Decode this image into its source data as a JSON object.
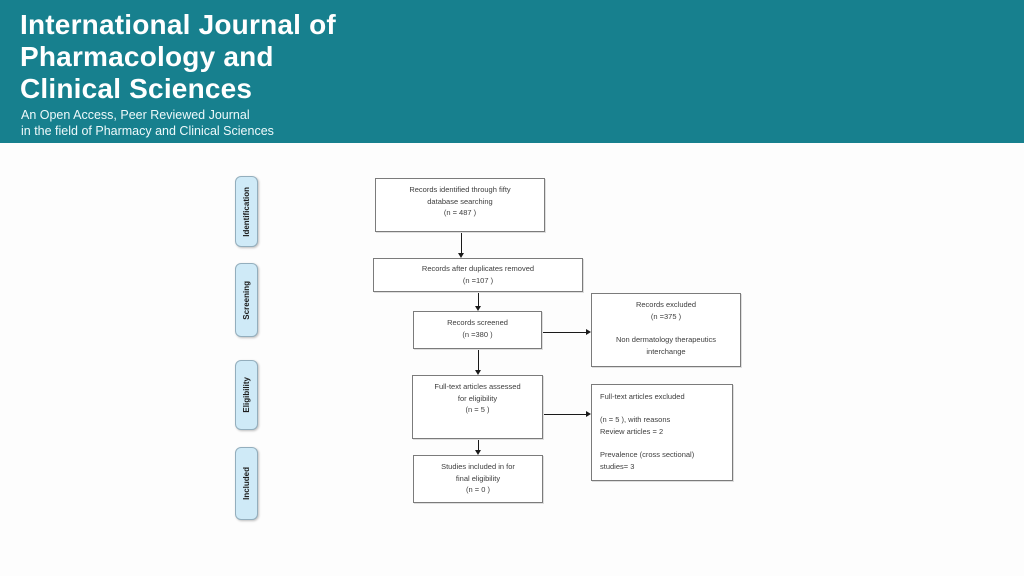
{
  "header": {
    "title": "International Journal of\nPharmacology and\nClinical Sciences",
    "subtitle": "An Open Access, Peer Reviewed Journal\nin the field of Pharmacy and Clinical Sciences",
    "background_color": "#17808e",
    "text_color": "#ffffff"
  },
  "diagram": {
    "stages": [
      {
        "label": "Identification"
      },
      {
        "label": "Screening"
      },
      {
        "label": "Eligibility"
      },
      {
        "label": "Included"
      }
    ],
    "boxes": {
      "identified": "Records identified through fifty\ndatabase searching\n(n = 487  )",
      "duplicates_removed": "Records after duplicates removed\n(n =107   )",
      "screened": "Records screened\n(n =380   )",
      "records_excluded": "Records excluded\n(n =375   )\n\nNon dermatology therapeutics\ninterchange",
      "fulltext_assessed": "Full-text articles assessed\nfor eligibility\n(n = 5  )",
      "fulltext_excluded": "Full-text articles excluded\n\n (n = 5  ), with reasons\nReview articles = 2\n\nPrevalence (cross sectional)\nstudies= 3",
      "included": "Studies included in for\nfinal eligibility\n(n = 0  )"
    },
    "stage_fill_color": "#cfeaf7",
    "box_border_color": "#7b7b7b"
  }
}
